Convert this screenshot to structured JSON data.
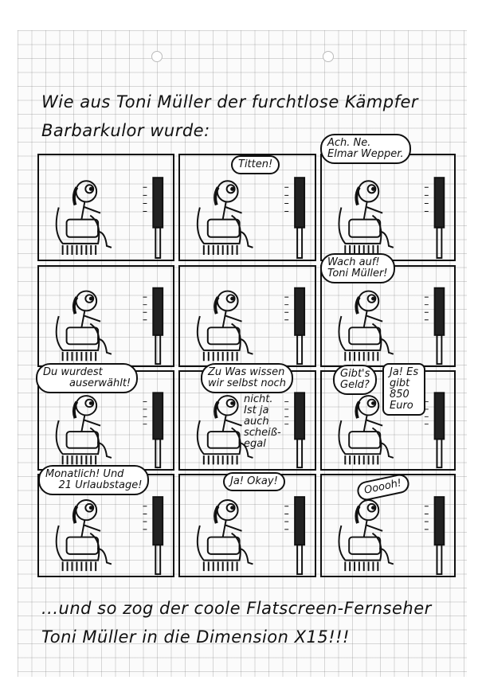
{
  "title": {
    "line1": "Wie aus Toni Müller der furchtlose Kämpfer",
    "line2": "Barbarkulor wurde:"
  },
  "panels": [
    {
      "bubbles": []
    },
    {
      "bubbles": [
        "Titten!"
      ]
    },
    {
      "bubbles": [
        "Ach. Ne.\nElmar Wepper."
      ]
    },
    {
      "bubbles": []
    },
    {
      "bubbles": []
    },
    {
      "bubbles": [
        "Wach auf!\nToni Müller!"
      ]
    },
    {
      "bubbles": [
        "Du wurdest\n        auserwählt!"
      ]
    },
    {
      "bubbles": [
        "Zu Was wissen\nwir selbst noch",
        "nicht.\nIst ja\nauch\nscheiß-\negal"
      ]
    },
    {
      "bubbles": [
        "Gibt's\nGeld?",
        "Ja! Es\ngibt\n850\nEuro"
      ]
    },
    {
      "bubbles": [
        "Monatlich! Und\n    21 Urlaubstage!"
      ]
    },
    {
      "bubbles": [
        "Ja! Okay!"
      ]
    },
    {
      "bubbles": [
        "Ooooh!"
      ]
    }
  ],
  "caption": {
    "line1": "...und so zog der coole Flatscreen-Fernseher",
    "line2": "Toni Müller in die Dimension X15!!!"
  }
}
